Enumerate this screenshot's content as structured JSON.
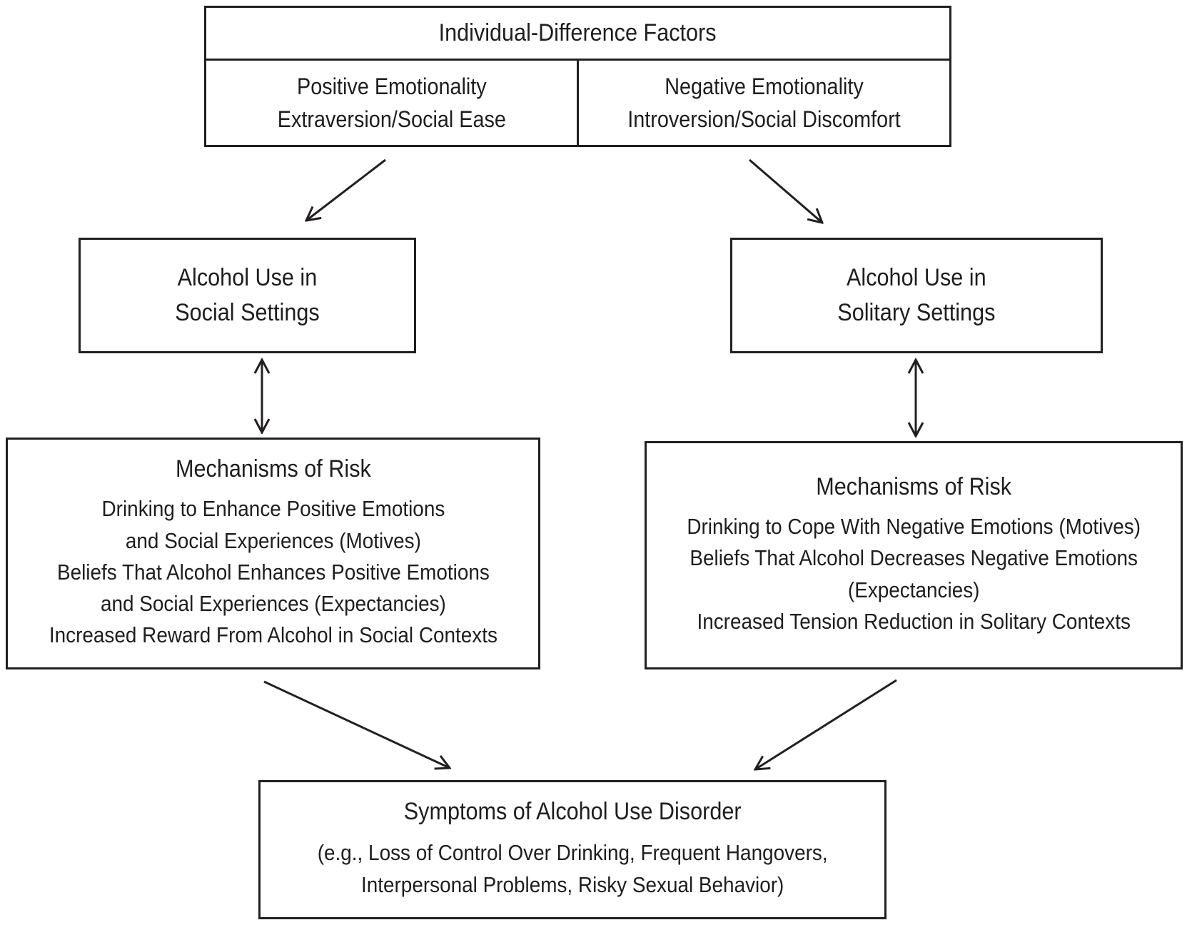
{
  "figure": {
    "top_box": {
      "title": "Individual-Difference Factors",
      "left_cell": "Positive Emotionality\nExtraversion/Social Ease",
      "right_cell": "Negative Emotionality\nIntroversion/Social Discomfort"
    },
    "social_use_box": "Alcohol Use in\nSocial Settings",
    "solitary_use_box": "Alcohol Use in\nSolitary Settings",
    "social_mechanisms": {
      "title": "Mechanisms of Risk",
      "body": "Drinking to Enhance Positive Emotions\nand Social Experiences (Motives)\nBeliefs That Alcohol Enhances Positive Emotions\nand Social Experiences (Expectancies)\nIncreased Reward From Alcohol in Social Contexts"
    },
    "solitary_mechanisms": {
      "title": "Mechanisms of Risk",
      "body": "Drinking to Cope With Negative Emotions (Motives)\nBeliefs That Alcohol Decreases Negative Emotions\n(Expectancies)\nIncreased Tension Reduction in Solitary Contexts"
    },
    "symptoms_box": {
      "title": "Symptoms of Alcohol Use Disorder",
      "body": "(e.g., Loss of Control Over Drinking, Frequent Hangovers,\nInterpersonal Problems, Risky Sexual Behavior)"
    },
    "connections": [
      {
        "from": "individual-difference-factors",
        "to": "alcohol-use-social",
        "bidirectional": false
      },
      {
        "from": "individual-difference-factors",
        "to": "alcohol-use-solitary",
        "bidirectional": false
      },
      {
        "from": "alcohol-use-social",
        "to": "mechanisms-of-risk-social",
        "bidirectional": true
      },
      {
        "from": "alcohol-use-solitary",
        "to": "mechanisms-of-risk-solitary",
        "bidirectional": true
      },
      {
        "from": "mechanisms-of-risk-social",
        "to": "symptoms-of-alcohol-use-disorder",
        "bidirectional": false
      },
      {
        "from": "mechanisms-of-risk-solitary",
        "to": "symptoms-of-alcohol-use-disorder",
        "bidirectional": false
      }
    ],
    "colors": {
      "ink": "#231f20",
      "background": "#ffffff"
    }
  }
}
